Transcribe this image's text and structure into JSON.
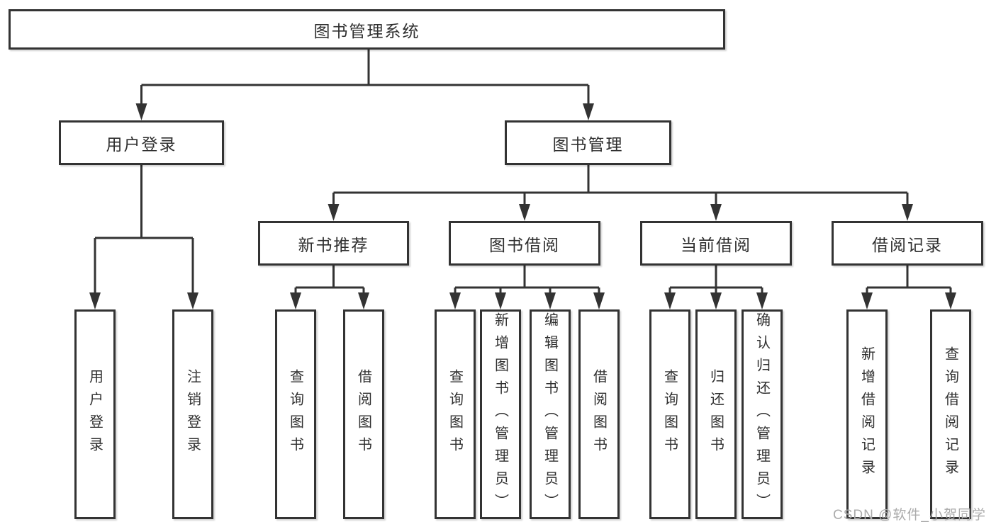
{
  "tree": {
    "root": {
      "label": "图书管理系统"
    },
    "branches": [
      {
        "label": "用户登录",
        "children": [
          {
            "label": "用户登录"
          },
          {
            "label": "注销登录"
          }
        ]
      },
      {
        "label": "图书管理",
        "children": [
          {
            "label": "新书推荐",
            "children": [
              {
                "label": "查询图书"
              },
              {
                "label": "借阅图书"
              }
            ]
          },
          {
            "label": "图书借阅",
            "children": [
              {
                "label": "查询图书"
              },
              {
                "label": "新增图书（管理员）"
              },
              {
                "label": "编辑图书（管理员）"
              },
              {
                "label": "借阅图书"
              }
            ]
          },
          {
            "label": "当前借阅",
            "children": [
              {
                "label": "查询图书"
              },
              {
                "label": "归还图书"
              },
              {
                "label": "确认归还（管理员）"
              }
            ]
          },
          {
            "label": "借阅记录",
            "children": [
              {
                "label": "新增借阅记录"
              },
              {
                "label": "查询借阅记录"
              }
            ]
          }
        ]
      }
    ]
  },
  "watermark": "CSDN @软件_小贺同学",
  "colors": {
    "line": "#333333",
    "box_border": "#333333",
    "text": "#2f2f2f",
    "background": "#ffffff",
    "watermark": "#ababab"
  }
}
